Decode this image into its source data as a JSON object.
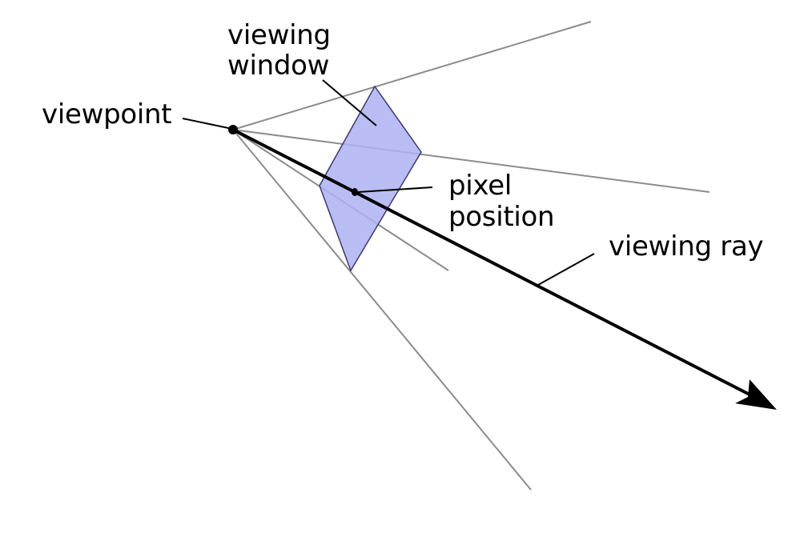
{
  "labels": {
    "viewpoint": "viewpoint",
    "viewing_window_line1": "viewing",
    "viewing_window_line2": "window",
    "pixel_position_line1": "pixel",
    "pixel_position_line2": "position",
    "viewing_ray": "viewing ray"
  },
  "colors": {
    "frustum_line": "#8c8c8c",
    "window_fill": "#b8bbf4",
    "window_stroke": "#3a3a6a",
    "ray": "#000000",
    "leader": "#000000"
  }
}
